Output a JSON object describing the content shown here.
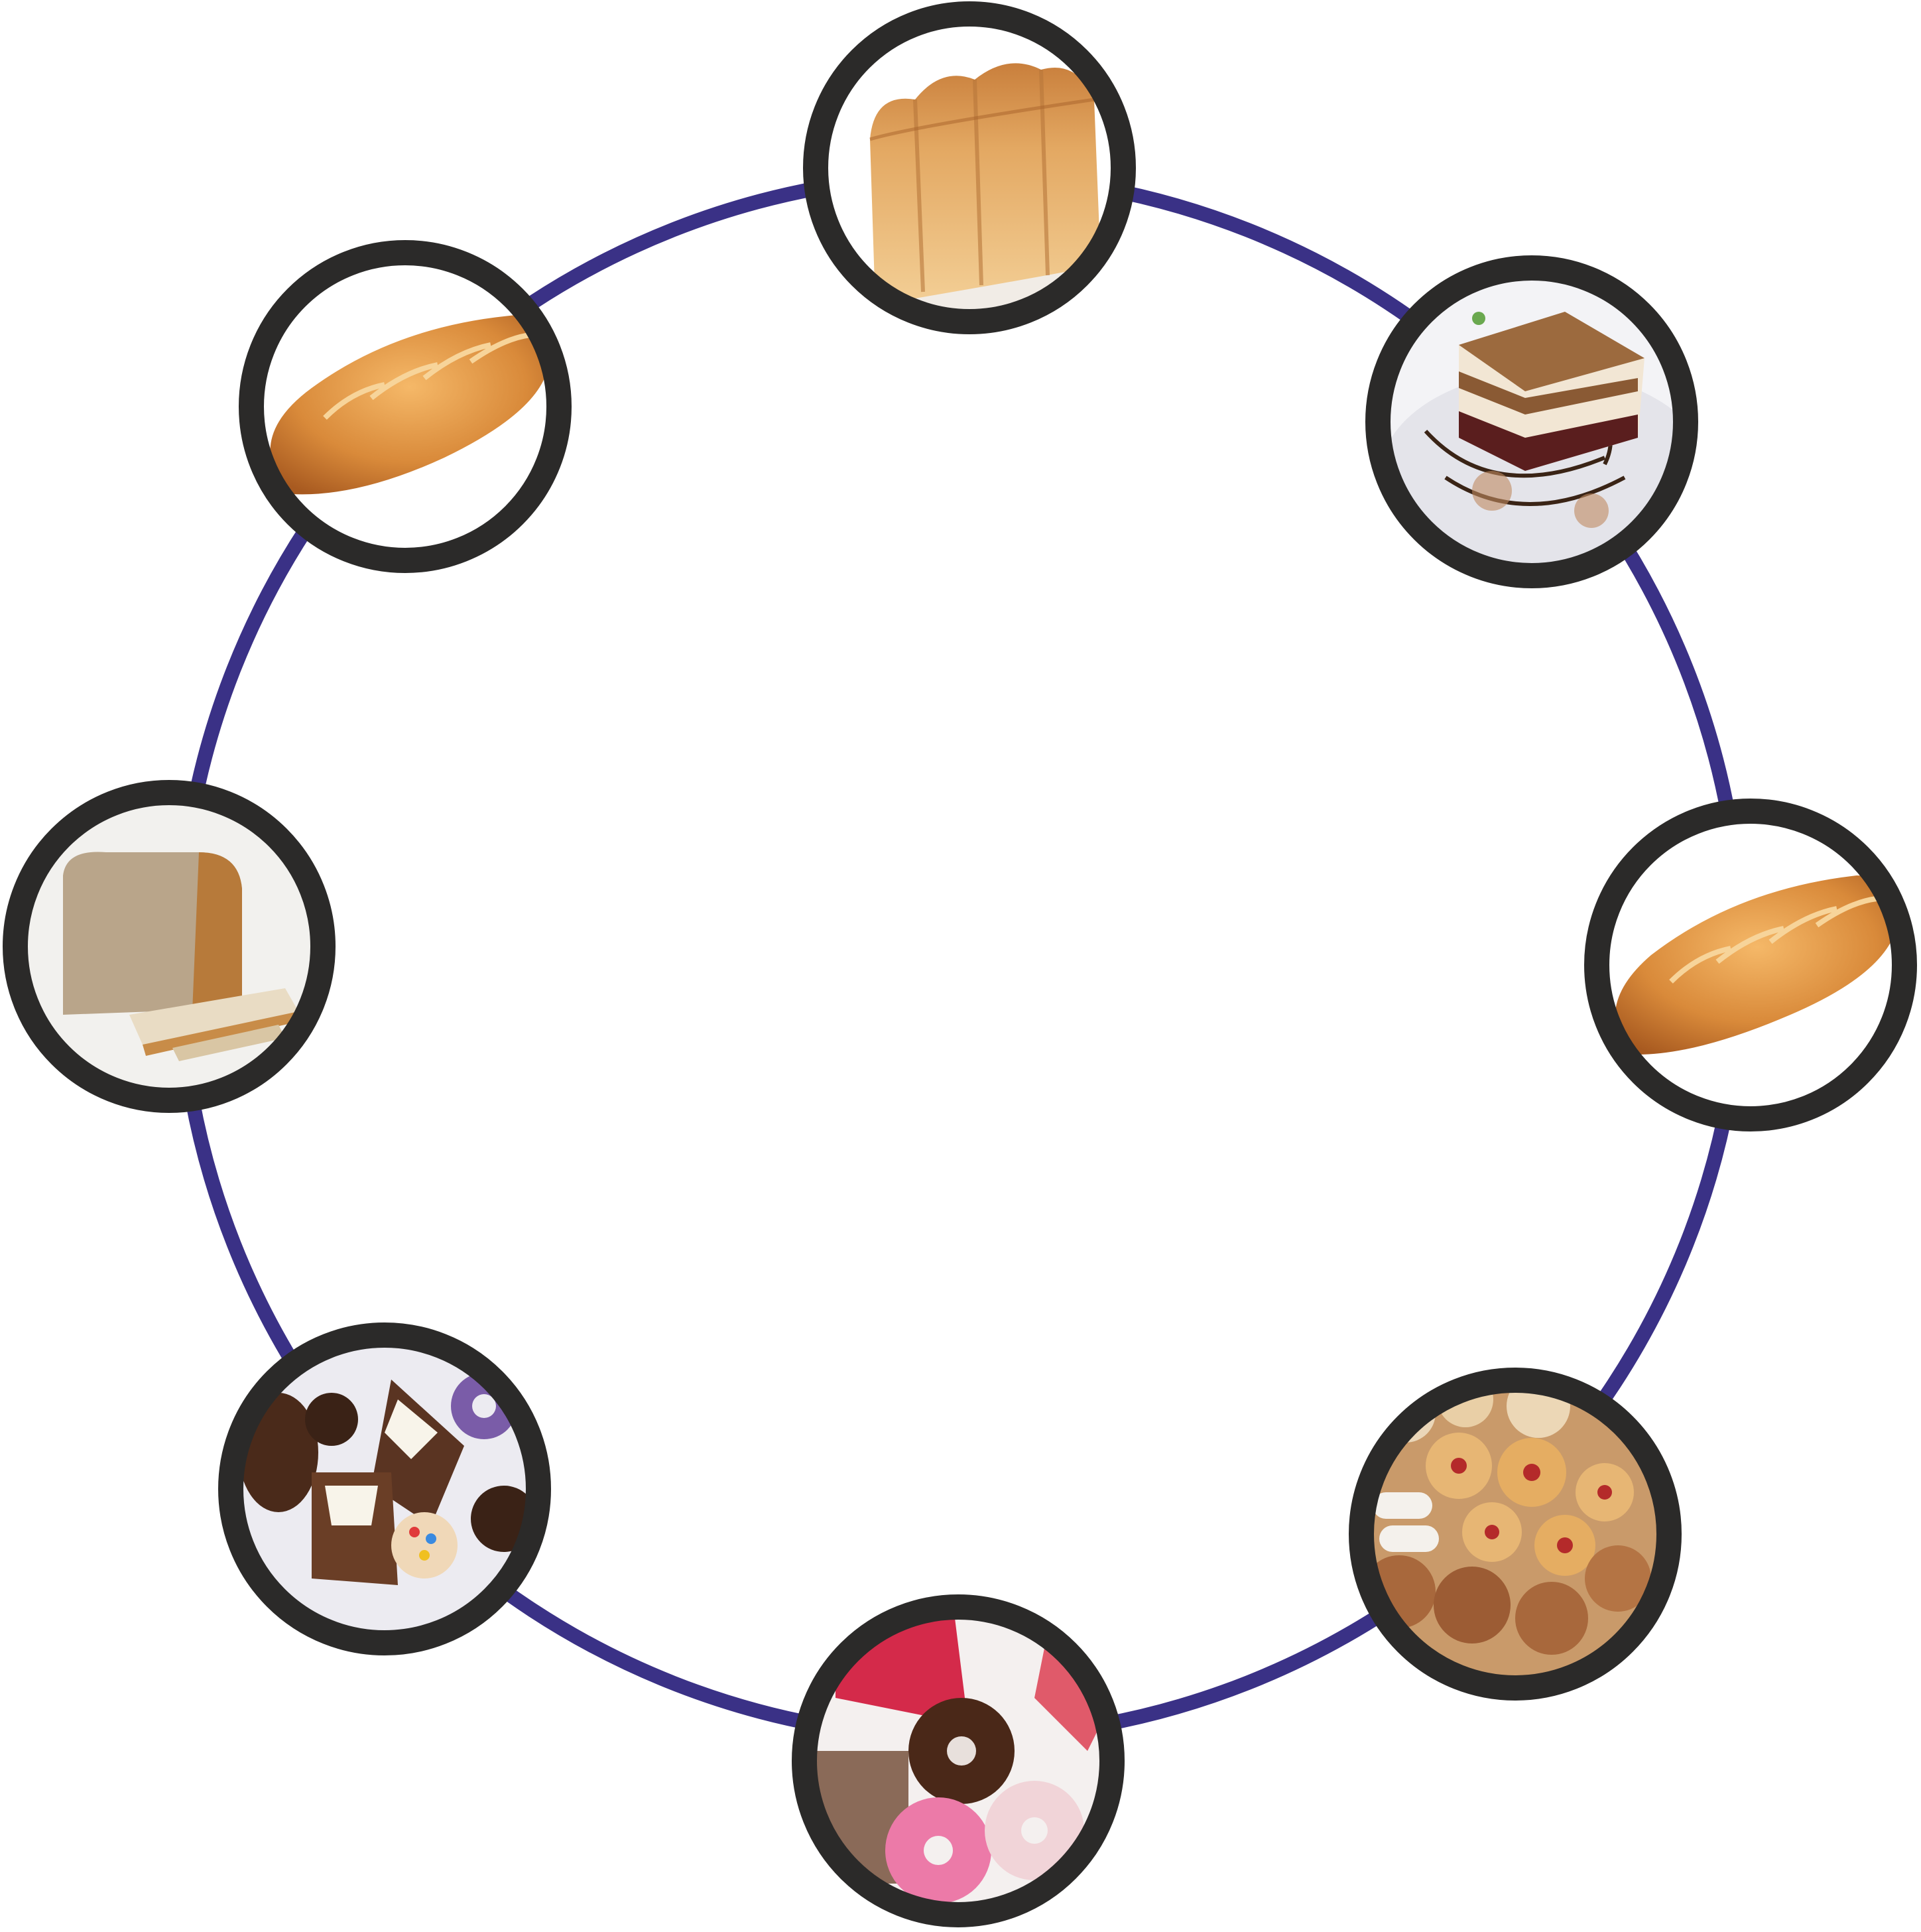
{
  "diagram": {
    "ring_color": "#3a3186",
    "node_border_color": "#2b2a29",
    "background": "#ffffff",
    "nodes": [
      {
        "id": "white-loaf",
        "icon": "sandwich-bread-loaf-icon"
      },
      {
        "id": "layer-cake",
        "icon": "layer-cake-slice-icon"
      },
      {
        "id": "baguette-right",
        "icon": "long-loaf-bread-icon"
      },
      {
        "id": "cookies",
        "icon": "assorted-cookies-icon"
      },
      {
        "id": "donuts",
        "icon": "glazed-donuts-icon"
      },
      {
        "id": "chocolate-treats",
        "icon": "chocolate-pastries-icon"
      },
      {
        "id": "sliced-bread",
        "icon": "sliced-whole-wheat-bread-icon"
      },
      {
        "id": "baguette-left",
        "icon": "long-loaf-bread-icon"
      }
    ]
  }
}
